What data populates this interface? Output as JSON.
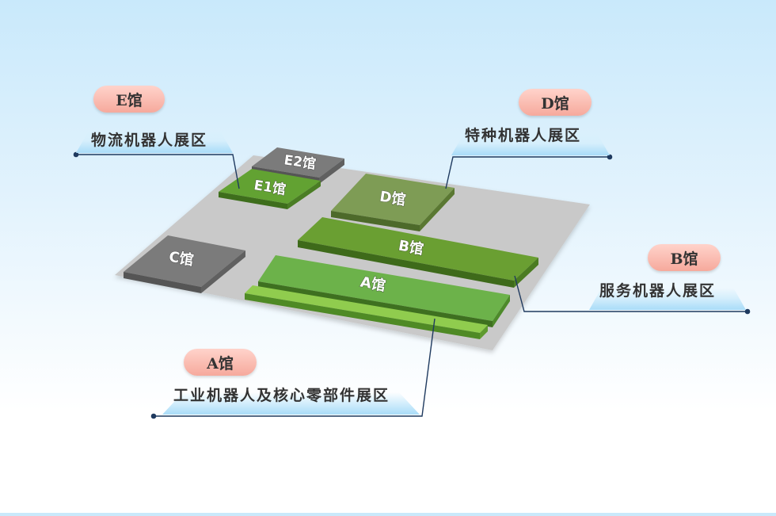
{
  "halls": {
    "a": "A馆",
    "b": "B馆",
    "c": "C馆",
    "d": "D馆",
    "e1": "E1馆",
    "e2": "E2馆"
  },
  "callouts": {
    "e": {
      "badge": "E馆",
      "description": "物流机器人展区"
    },
    "d": {
      "badge": "D馆",
      "description": "特种机器人展区"
    },
    "b": {
      "badge": "B馆",
      "description": "服务机器人展区"
    },
    "a": {
      "badge": "A馆",
      "description": "工业机器人及核心零部件展区"
    }
  },
  "colors": {
    "floor": "#c8c8c8",
    "hall_green": "#6aaa3a",
    "hall_dark_green": "#5a9a2a",
    "hall_light_green": "#8cc84b",
    "hall_grey": "#7d7d7d",
    "callout_line": "#1f3a5f",
    "badge": "#f6a99c"
  }
}
